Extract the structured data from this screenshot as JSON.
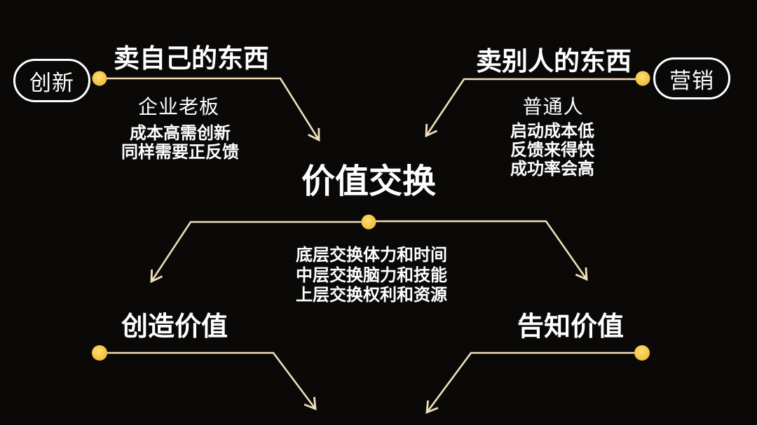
{
  "colors": {
    "background": "#0a0908",
    "text": "#ffffff",
    "line": "#efdfba",
    "dot": "#f2c646",
    "pill_border": "#ffffff"
  },
  "nodes": {
    "innovation_pill": {
      "label": "创新"
    },
    "marketing_pill": {
      "label": "营销"
    },
    "left_branch": {
      "title": "卖自己的东西",
      "subtitle": "企业老板",
      "points": [
        "成本高需创新",
        "同样需要正反馈"
      ]
    },
    "right_branch": {
      "title": "卖别人的东西",
      "subtitle": "普通人",
      "points": [
        "启动成本低",
        "反馈来得快",
        "成功率会高"
      ]
    },
    "center": {
      "title": "价值交换",
      "layers": [
        "底层交换体力和时间",
        "中层交换脑力和技能",
        "上层交换权利和资源"
      ]
    },
    "bottom_left": {
      "title": "创造价值"
    },
    "bottom_right": {
      "title": "告知价值"
    }
  }
}
